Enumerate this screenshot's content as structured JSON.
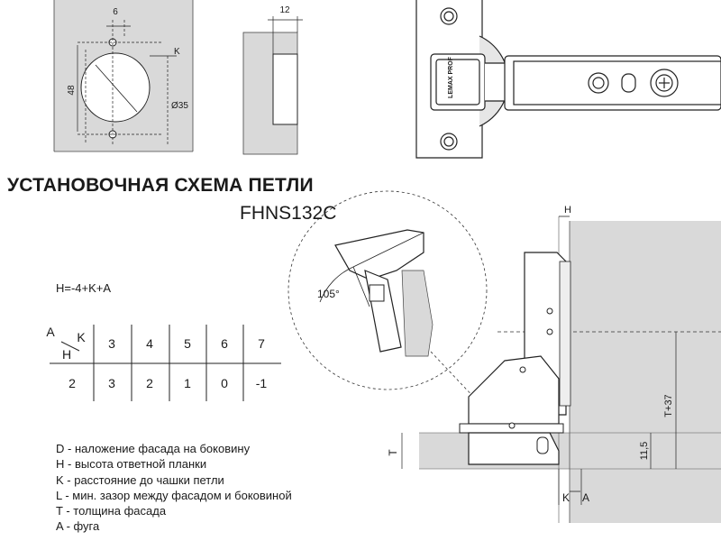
{
  "title": "УСТАНОВОЧНАЯ СХЕМА ПЕТЛИ",
  "model": "FHNS132C",
  "formula": "H=-4+K+A",
  "brand_mark": "LEMAX PROF",
  "table": {
    "header_a": "A",
    "header_k": "K",
    "header_h": "H",
    "k_values": [
      "3",
      "4",
      "5",
      "6",
      "7"
    ],
    "h_label": "",
    "h_values": [
      "2",
      "3",
      "2",
      "1",
      "0",
      "-1"
    ]
  },
  "legend": [
    "D - наложение фасада на боковину",
    "H - высота ответной планки",
    "K - расстояние до чашки петли",
    "L - мин. зазор между фасадом и боковиной",
    "T - толщина фасада",
    "A - фуга"
  ],
  "dimensions": {
    "d6": "6",
    "d48": "48",
    "dK": "K",
    "d35": "Ø35",
    "d12": "12",
    "angle": "105°",
    "H": "H",
    "T37": "T+37",
    "d115": "11,5",
    "T": "T",
    "K": "K",
    "A": "A"
  },
  "colors": {
    "panel_gray": "#d9d9d9",
    "line": "#1a1a1a",
    "text": "#1a1a1a"
  }
}
